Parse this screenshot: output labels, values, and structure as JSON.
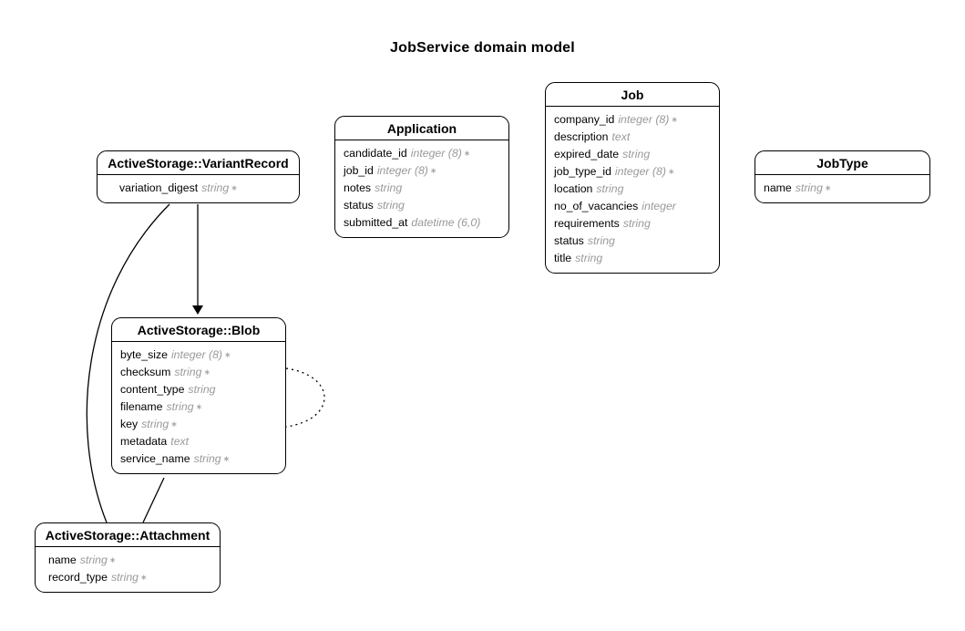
{
  "title": "JobService domain model",
  "entities": {
    "application": {
      "name": "Application",
      "attributes": [
        {
          "name": "candidate_id",
          "type": "integer (8)",
          "flag": "∗"
        },
        {
          "name": "job_id",
          "type": "integer (8)",
          "flag": "∗"
        },
        {
          "name": "notes",
          "type": "string",
          "flag": ""
        },
        {
          "name": "status",
          "type": "string",
          "flag": ""
        },
        {
          "name": "submitted_at",
          "type": "datetime (6,0)",
          "flag": ""
        }
      ]
    },
    "job": {
      "name": "Job",
      "attributes": [
        {
          "name": "company_id",
          "type": "integer (8)",
          "flag": "∗"
        },
        {
          "name": "description",
          "type": "text",
          "flag": ""
        },
        {
          "name": "expired_date",
          "type": "string",
          "flag": ""
        },
        {
          "name": "job_type_id",
          "type": "integer (8)",
          "flag": "∗"
        },
        {
          "name": "location",
          "type": "string",
          "flag": ""
        },
        {
          "name": "no_of_vacancies",
          "type": "integer",
          "flag": ""
        },
        {
          "name": "requirements",
          "type": "string",
          "flag": ""
        },
        {
          "name": "status",
          "type": "string",
          "flag": ""
        },
        {
          "name": "title",
          "type": "string",
          "flag": ""
        }
      ]
    },
    "job_type": {
      "name": "JobType",
      "attributes": [
        {
          "name": "name",
          "type": "string",
          "flag": "∗"
        }
      ]
    },
    "variant_record": {
      "name": "ActiveStorage::VariantRecord",
      "attributes": [
        {
          "name": "variation_digest",
          "type": "string",
          "flag": "∗"
        }
      ]
    },
    "blob": {
      "name": "ActiveStorage::Blob",
      "attributes": [
        {
          "name": "byte_size",
          "type": "integer (8)",
          "flag": "∗"
        },
        {
          "name": "checksum",
          "type": "string",
          "flag": "∗"
        },
        {
          "name": "content_type",
          "type": "string",
          "flag": ""
        },
        {
          "name": "filename",
          "type": "string",
          "flag": "∗"
        },
        {
          "name": "key",
          "type": "string",
          "flag": "∗"
        },
        {
          "name": "metadata",
          "type": "text",
          "flag": ""
        },
        {
          "name": "service_name",
          "type": "string",
          "flag": "∗"
        }
      ]
    },
    "attachment": {
      "name": "ActiveStorage::Attachment",
      "attributes": [
        {
          "name": "name",
          "type": "string",
          "flag": "∗"
        },
        {
          "name": "record_type",
          "type": "string",
          "flag": "∗"
        }
      ]
    }
  },
  "relationships": [
    {
      "from": "ActiveStorage::VariantRecord",
      "to": "ActiveStorage::Blob",
      "style": "solid",
      "arrow": true
    },
    {
      "from": "ActiveStorage::VariantRecord",
      "to": "ActiveStorage::Attachment",
      "style": "solid",
      "arrow": false
    },
    {
      "from": "ActiveStorage::Blob",
      "to": "ActiveStorage::Attachment",
      "style": "solid",
      "arrow": false
    },
    {
      "from": "ActiveStorage::Blob",
      "to": "ActiveStorage::Blob",
      "style": "dotted",
      "arrow": false
    }
  ]
}
